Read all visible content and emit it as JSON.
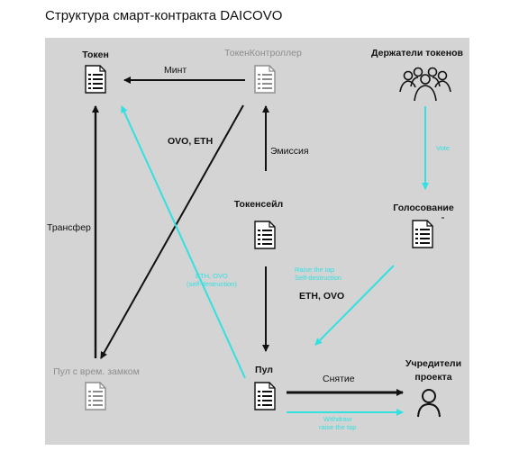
{
  "title": "Структура смарт-контракта DAICOVO",
  "nodes": {
    "token": "Токен",
    "token_controller": "ТокенКонтроллер",
    "holders": "Держатели токенов",
    "voting": "Голосование",
    "tokensale": "Токенсейл",
    "timelock_pool": "Пул с врем. замком",
    "pool": "Пул",
    "founders": "Учредители\nпроекта"
  },
  "edges": {
    "mint": "Минт",
    "ovo_eth": "OVO, ETH",
    "emission": "Эмиссия",
    "transfer": "Трансфер",
    "eth_ovo": "ETH, OVO",
    "withdraw": "Снятие"
  },
  "cyan_edges": {
    "vote": "Vote",
    "raise_tap": "Raise the tap\nSelf-destruction",
    "eth_ovo_selfdestruct": "ETH, OVO\n(self-destruction)",
    "withdraw_raise": "Withdraw\nraise the tap"
  },
  "icons": {
    "doc": "document-icon",
    "people": "people-group-icon",
    "person": "person-icon"
  },
  "colors": {
    "panel": "#d4d4d4",
    "arrow": "#111111",
    "cyan": "#33e0e0",
    "doc_grey": "#8d8d8d"
  }
}
